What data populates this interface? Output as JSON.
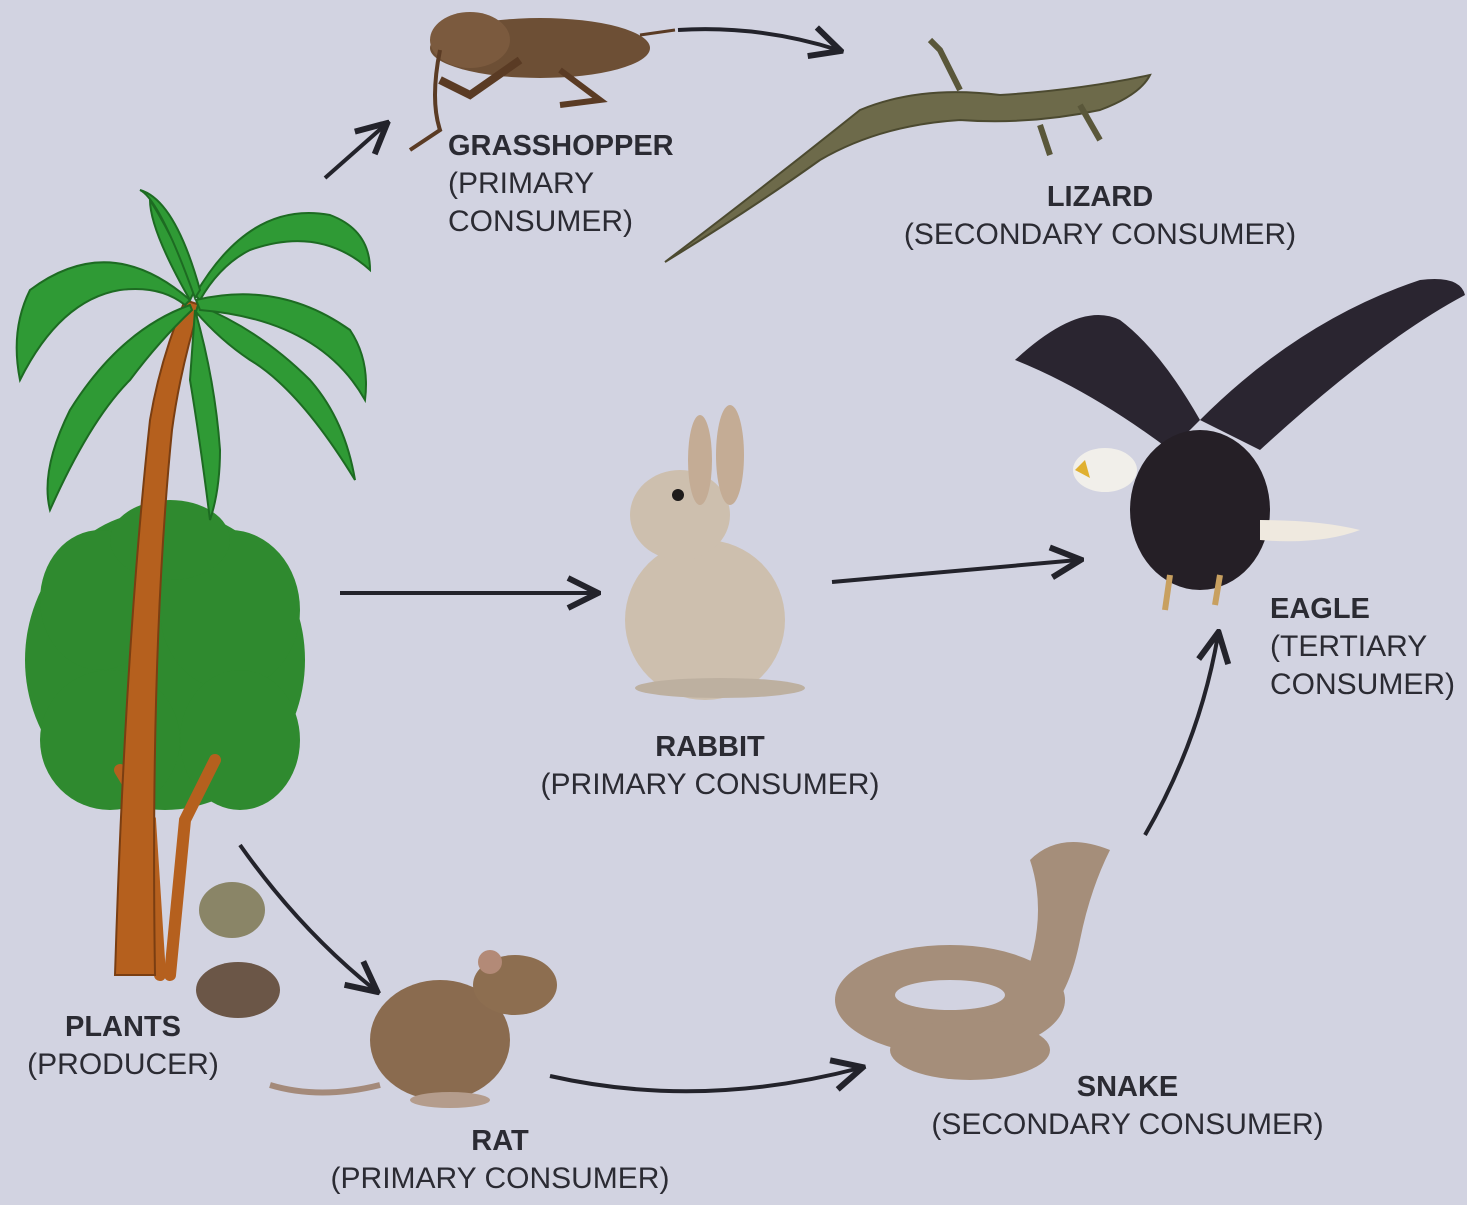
{
  "organisms": {
    "plants": {
      "name": "PLANTS",
      "role": "(PRODUCER)"
    },
    "grasshopper": {
      "name": "GRASSHOPPER",
      "role_line1": "(PRIMARY",
      "role_line2": "CONSUMER)"
    },
    "lizard": {
      "name": "LIZARD",
      "role": "(SECONDARY CONSUMER)"
    },
    "rabbit": {
      "name": "RABBIT",
      "role": "(PRIMARY CONSUMER)"
    },
    "eagle": {
      "name": "EAGLE",
      "role_line1": "(TERTIARY",
      "role_line2": "CONSUMER)"
    },
    "rat": {
      "name": "RAT",
      "role": "(PRIMARY CONSUMER)"
    },
    "snake": {
      "name": "SNAKE",
      "role": "(SECONDARY CONSUMER)"
    }
  },
  "links": [
    {
      "from": "plants",
      "to": "grasshopper"
    },
    {
      "from": "grasshopper",
      "to": "lizard"
    },
    {
      "from": "plants",
      "to": "rabbit"
    },
    {
      "from": "rabbit",
      "to": "eagle"
    },
    {
      "from": "plants",
      "to": "rat"
    },
    {
      "from": "rat",
      "to": "snake"
    },
    {
      "from": "snake",
      "to": "eagle"
    }
  ],
  "colors": {
    "background": "#d2d3e1",
    "arrow": "#23232b",
    "leaf": "#2f8f2f",
    "trunk": "#b5601e"
  }
}
